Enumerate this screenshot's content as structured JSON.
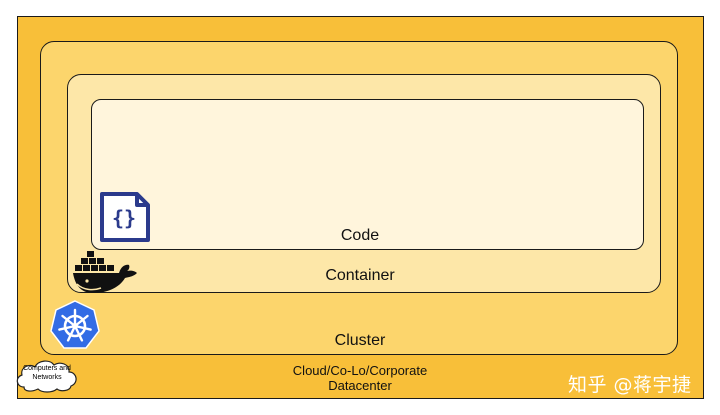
{
  "layers": {
    "code": "Code",
    "container": "Container",
    "cluster": "Cluster",
    "datacenter_line1": "Cloud/Co-Lo/Corporate",
    "datacenter_line2": "Datacenter"
  },
  "cloud_label": "Computers and Networks",
  "watermark": "知乎 @蒋宇捷",
  "icons": [
    "code-file-icon",
    "docker-whale-icon",
    "kubernetes-icon",
    "cloud-icon"
  ],
  "colors": {
    "outer": "#f8bf39",
    "cluster": "#fcd56c",
    "container": "#fde7a8",
    "code": "#fff5dc",
    "kubernetes": "#326ce5",
    "code_icon": "#2b3a8c"
  }
}
